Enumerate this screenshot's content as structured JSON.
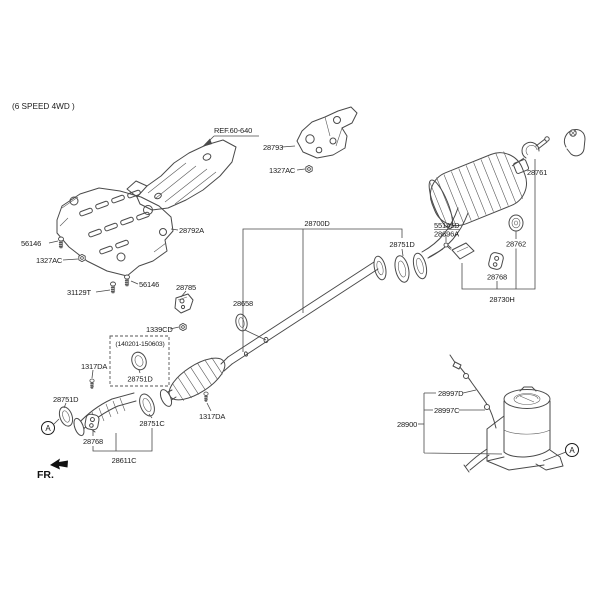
{
  "diagram": {
    "note": "(6 SPEED 4WD )",
    "ref_label": "REF.60-640",
    "date_range": "(140201-150603)",
    "fr_label": "FR.",
    "view_marker": "A"
  },
  "part_labels": {
    "p28793": "28793",
    "p1327ac": "1327AC",
    "p28761": "28761",
    "p28792a": "28792A",
    "p56146": "56146",
    "p31129t": "31129T",
    "p28700d": "28700D",
    "p28751d": "28751D",
    "p55145d": "55145D",
    "p28696a": "28696A",
    "p28762": "28762",
    "p28768": "28768",
    "p28730h": "28730H",
    "p28785": "28785",
    "p28658": "28658",
    "p1339cd": "1339CD",
    "p1317da": "1317DA",
    "p28751c": "28751C",
    "p28611c": "28611C",
    "p28997d": "28997D",
    "p28997c": "28997C",
    "p28900": "28900"
  },
  "colors": {
    "line": "#4a4a4a",
    "text": "#1c1c1c",
    "background": "#ffffff"
  }
}
